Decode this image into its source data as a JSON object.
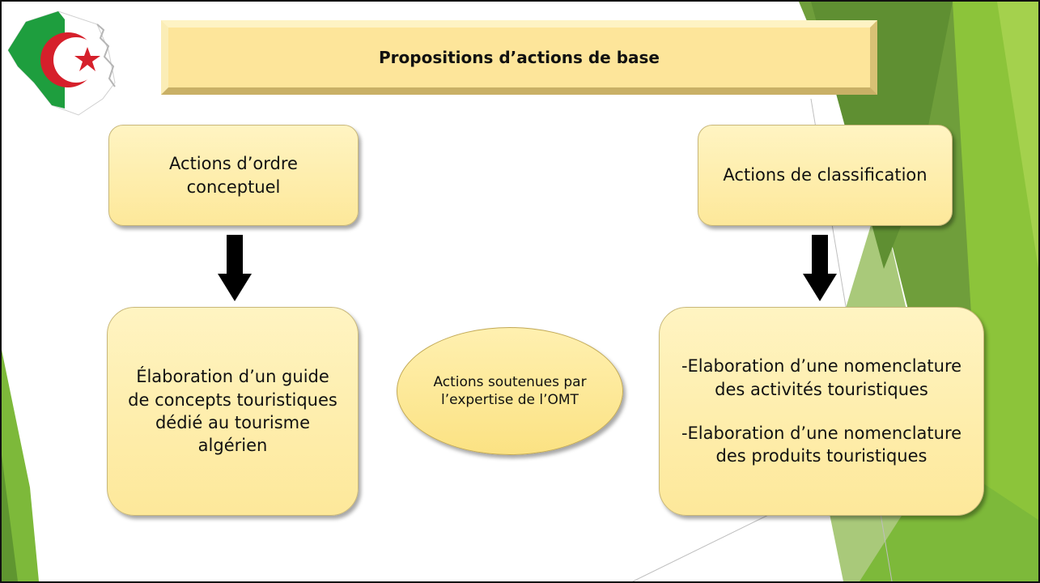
{
  "title": "Propositions d’actions de base",
  "left_top": "Actions d’ordre conceptuel",
  "right_top": "Actions de classification",
  "left_bottom": "Élaboration d’un guide de concepts touristiques dédié au tourisme algérien",
  "center": "Actions soutenues par l’expertise de l’OMT",
  "right_bottom": [
    "-Elaboration d’une nomenclature des activités touristiques",
    "-Elaboration d’une nomenclature des produits touristiques"
  ],
  "colors": {
    "box_fill": "#fde89a",
    "green_light": "#8fc43a",
    "green_dark": "#6aa838",
    "flag_green": "#1e9e3e",
    "flag_red": "#d6202b"
  },
  "icons": [
    "algeria-map-flag-icon",
    "down-arrow-icon"
  ]
}
